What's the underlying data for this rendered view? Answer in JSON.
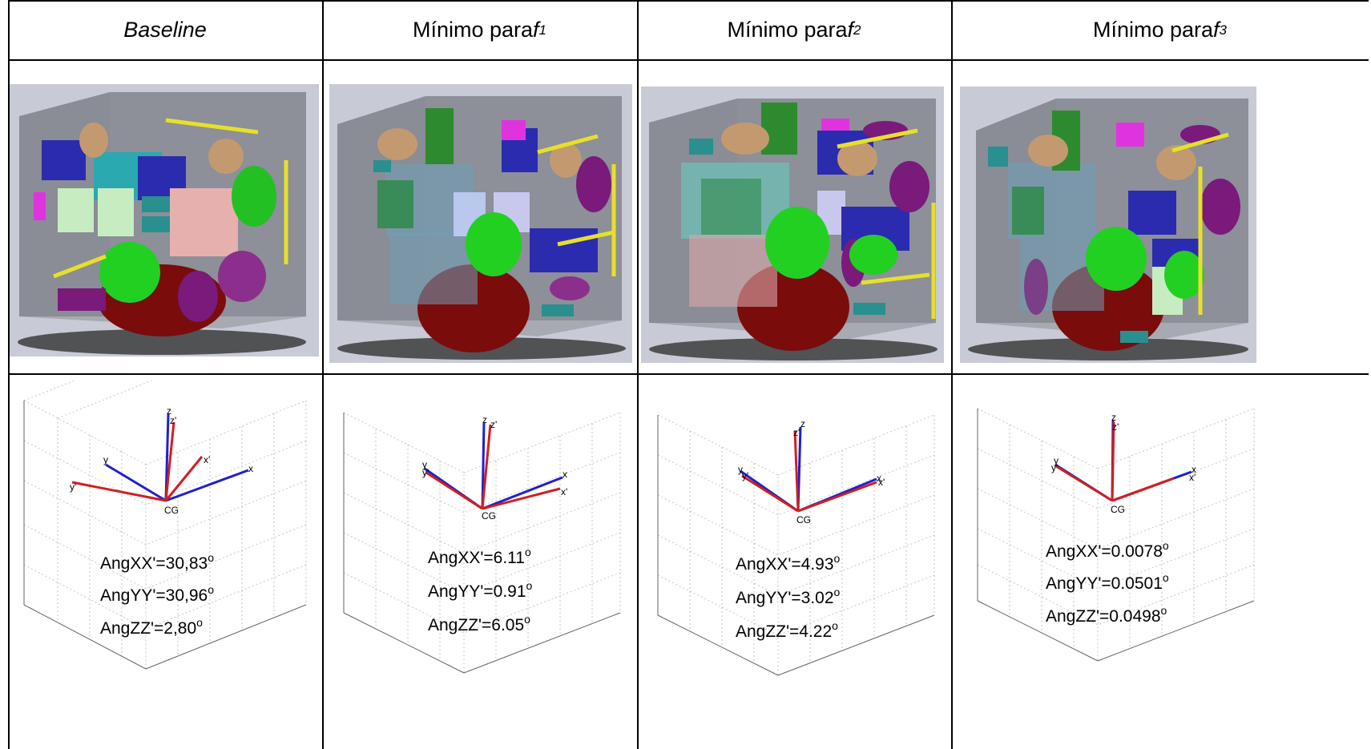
{
  "columns": [
    {
      "header_main": "Baseline",
      "header_var": "",
      "header_sub": "",
      "header_italic": true,
      "angles": {
        "xx": "AngXX'=30,83",
        "yy": "AngYY'=30,96",
        "zz": "AngZZ'=2,80"
      }
    },
    {
      "header_main": "Mínimo para ",
      "header_var": "f",
      "header_sub": "1",
      "header_italic": false,
      "angles": {
        "xx": "AngXX'=6.11",
        "yy": "AngYY'=0.91",
        "zz": "AngZZ'=6.05"
      }
    },
    {
      "header_main": "Mínimo para ",
      "header_var": "f",
      "header_sub": "2",
      "header_italic": false,
      "angles": {
        "xx": "AngXX'=4.93",
        "yy": "AngYY'=3.02",
        "zz": "AngZZ'=4.22"
      }
    },
    {
      "header_main": "Mínimo para ",
      "header_var": "f",
      "header_sub": "3",
      "header_italic": false,
      "angles": {
        "xx": "AngXX'=0.0078",
        "yy": "AngYY'=0.0501",
        "zz": "AngZZ'=0.0498"
      }
    }
  ],
  "degree_symbol": "o",
  "axis_labels": {
    "x": "x",
    "y": "y",
    "z": "z",
    "xp": "x'",
    "yp": "y'",
    "zp": "z'",
    "cg": "CG"
  },
  "colors": {
    "body_axes": "#1f1fd0",
    "principal_axes": "#d01f1f",
    "panel_bg": "#c8cbd6"
  }
}
